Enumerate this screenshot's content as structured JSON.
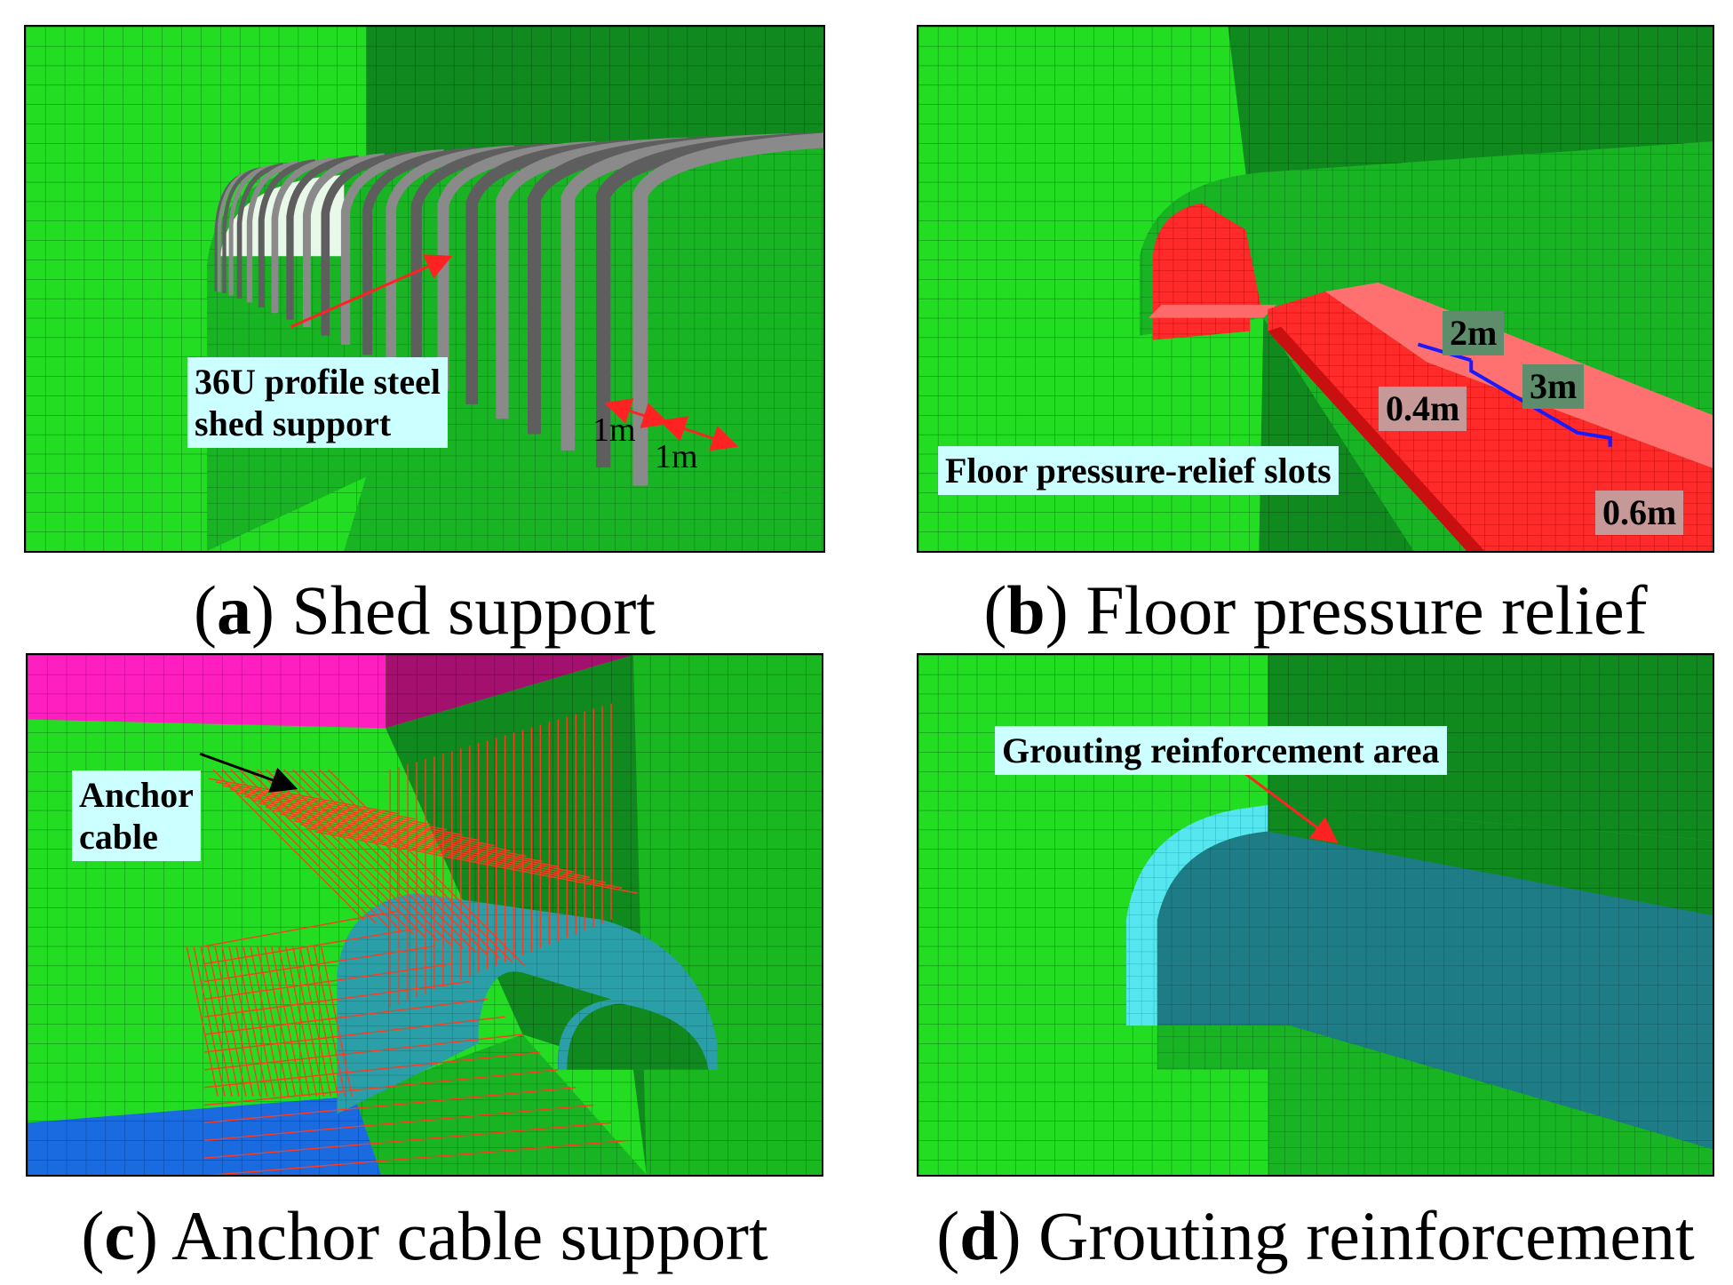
{
  "panels": {
    "a": {
      "caption_letter": "a",
      "caption_text": "Shed support",
      "label": [
        "36U profile steel",
        "shed support"
      ],
      "spacing_1": "1m",
      "spacing_2": "1m"
    },
    "b": {
      "caption_letter": "b",
      "caption_text": "Floor pressure relief",
      "label": "Floor pressure-relief slots",
      "dim_2m": "2m",
      "dim_3m": "3m",
      "dim_04m": "0.4m",
      "dim_06m": "0.6m"
    },
    "c": {
      "caption_letter": "c",
      "caption_text": "Anchor cable support",
      "label": [
        "Anchor",
        "cable"
      ]
    },
    "d": {
      "caption_letter": "d",
      "caption_text": "Grouting reinforcement",
      "label": "Grouting reinforcement area"
    }
  },
  "colors": {
    "rock_light": "#22dd22",
    "rock_dark": "#0f8a1e",
    "rock_mid": "#18b424",
    "steel": "#7a7a7a",
    "slot_red": "#ff2a2a",
    "arrow_red": "#ff2222",
    "dim_blue": "#1a1aff",
    "cable_red": "#ff3b1f",
    "teal": "#2a9fa8",
    "grout_cyan": "#55e6f0",
    "magenta": "#ff1fc0",
    "dark_magenta": "#a4106e",
    "blue": "#1a6be0",
    "label_bg": "#ccffff"
  }
}
